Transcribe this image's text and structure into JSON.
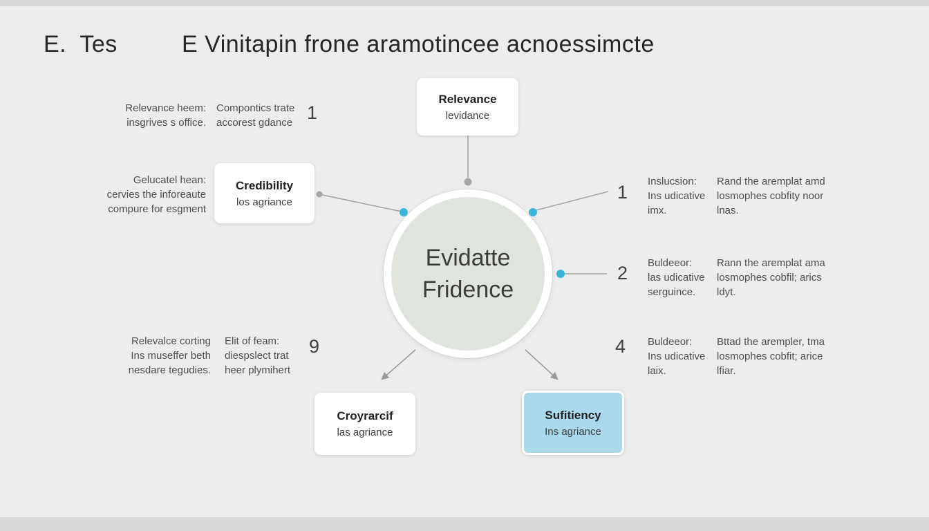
{
  "title": {
    "prefix": "E.  Tes",
    "main": "E Vinitapin frone aramotincee acnoessimcte"
  },
  "center": {
    "line1": "Evidatte",
    "line2": "Fridence"
  },
  "nodes": {
    "top": {
      "title": "Relevance",
      "subtitle": "levidance"
    },
    "left": {
      "title": "Credibility",
      "subtitle": "los agriance"
    },
    "bottom_left": {
      "title": "Croyrarcif",
      "subtitle": "las agriance"
    },
    "bottom_right": {
      "title": "Sufitiency",
      "subtitle": "Ins agriance"
    }
  },
  "annotations": {
    "top_left": {
      "number": "1",
      "col1": "Relevance heem:\ninsgrives s office.",
      "col2": "Compontics trate\naccorest gdance"
    },
    "mid_left": {
      "text": "Gelucatel hean:\ncervies the inforeaute\ncompure for esgment"
    },
    "bottom_left": {
      "number": "9",
      "col1": "Relevalce corting\nIns museffer beth\nnesdare tegudies.",
      "col2": "Elit of feam:\ndiespslect trat\nheer plymihert"
    },
    "right_1": {
      "number": "1",
      "col1": "Inslucsion:\nIns udicative\nimx.",
      "col2": "Rand the aremplat amd\nlosmophes cobfity noor\nlnas."
    },
    "right_2": {
      "number": "2",
      "col1": "Buldeeor:\nlas udicative\nserguince.",
      "col2": "Rann the aremplat ama\nlosmophes cobfil; arics\nldyt."
    },
    "right_3": {
      "number": "4",
      "col1": "Buldeeor:\nIns udicative\nlaix.",
      "col2": "Bttad the arempler, tma\nlosmophes cobfit; arice\nlfiar."
    }
  },
  "colors": {
    "bg": "#ececec",
    "edge": "#d8d8d8",
    "accent": "#3ab5d9",
    "highlight": "#a9d9ea",
    "circle-fill": "#dfe4dc",
    "line": "#9b9b9b",
    "text-dark": "#2e2e2e",
    "text-gray": "#4f4f4f"
  }
}
